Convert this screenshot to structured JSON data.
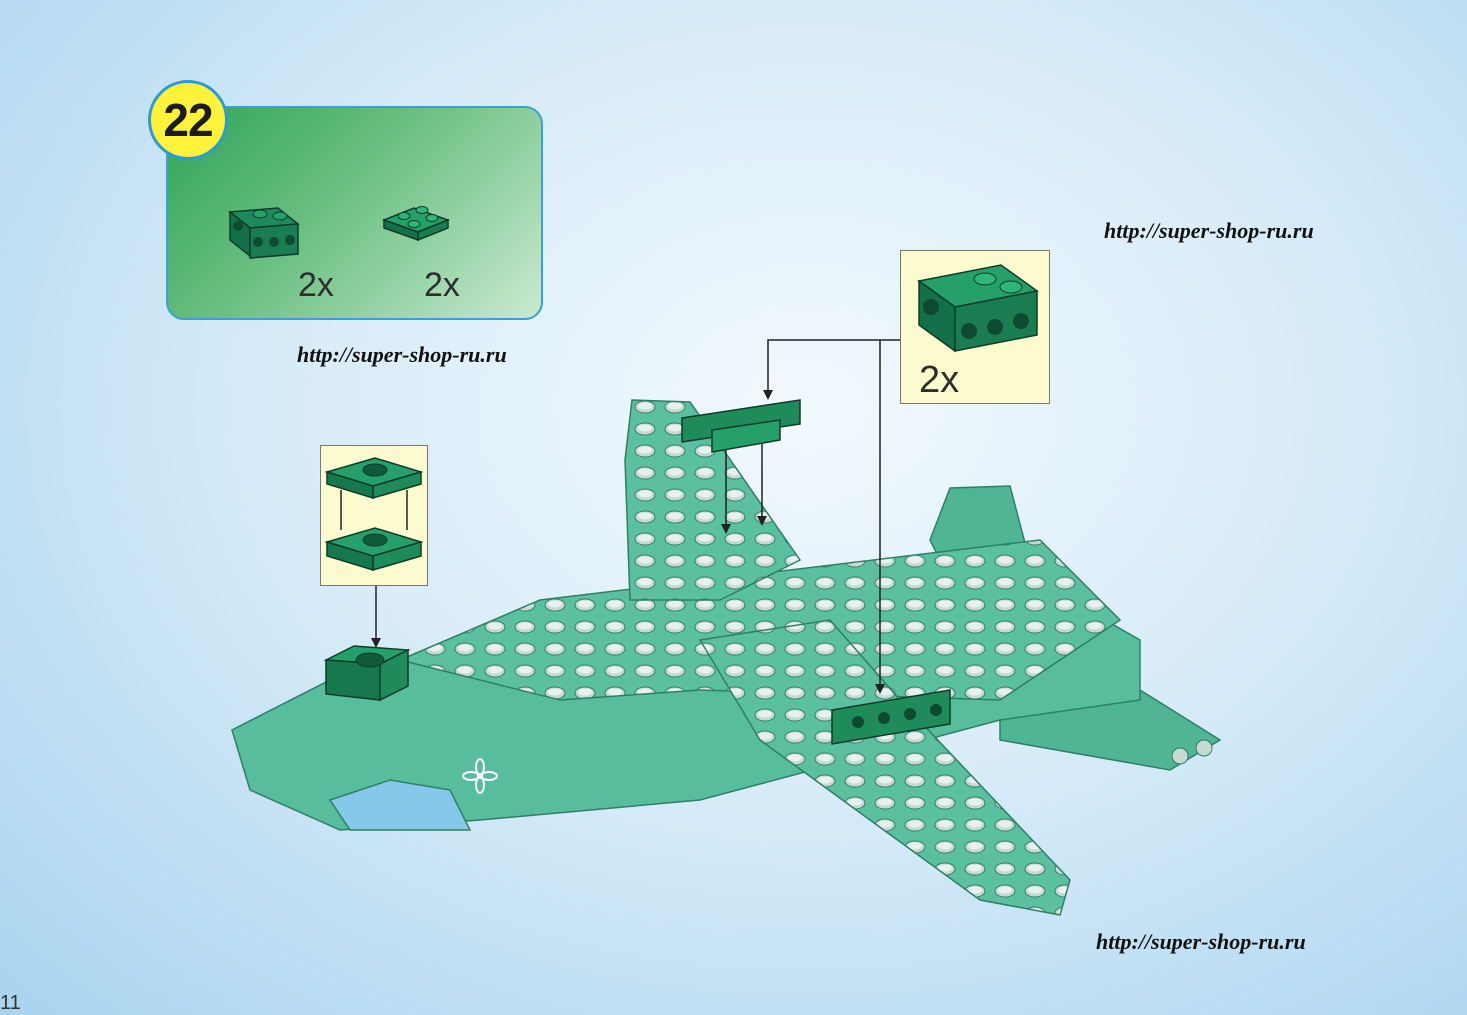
{
  "step": {
    "number": "22"
  },
  "parts_list": [
    {
      "qty": "2x",
      "part": "bracket-plate-1x2"
    },
    {
      "qty": "2x",
      "part": "plate-2x2"
    }
  ],
  "callout_right": {
    "qty": "2x",
    "part": "bracket-plate-1x2"
  },
  "watermarks": [
    "http://super-shop-ru.ru",
    "http://super-shop-ru.ru",
    "http://super-shop-ru.ru"
  ],
  "page_number": "11",
  "colors": {
    "brick_green": "#2e9a73",
    "model_green": "#5bc0a0",
    "callout_bg": "#fbfbcf",
    "badge_yellow": "#fff23a"
  }
}
